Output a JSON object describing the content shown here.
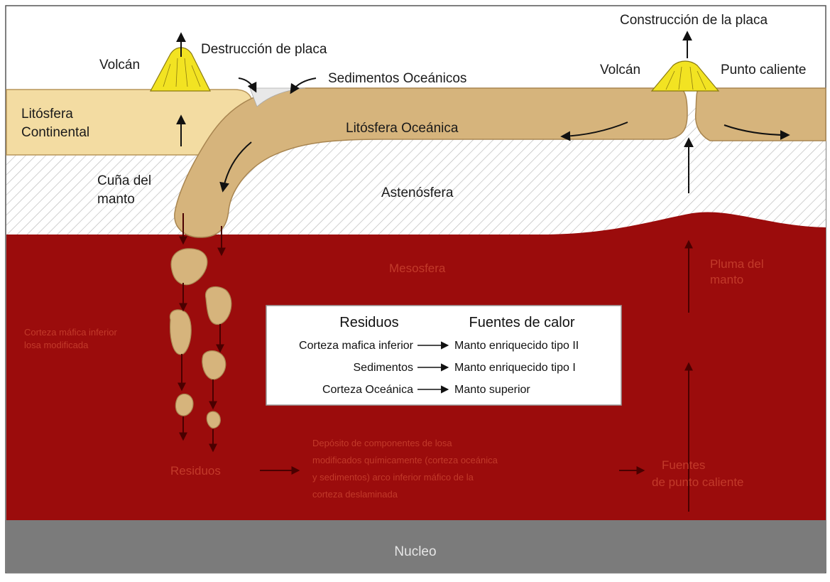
{
  "labels": {
    "volcano_left": "Volcán",
    "plate_destruction": "Destrucción de placa",
    "oceanic_sediments": "Sedimentos Oceánicos",
    "plate_construction": "Construcción de la placa",
    "volcano_right": "Volcán",
    "hot_spot": "Punto caliente",
    "continental_lith_1": "Litósfera",
    "continental_lith_2": "Continental",
    "oceanic_lith": "Litósfera Oceánica",
    "mantle_wedge_1": "Cuña del",
    "mantle_wedge_2": "manto",
    "asthenosphere": "Astenósfera",
    "mesosphere": "Mesosfera",
    "plume_1": "Pluma del",
    "plume_2": "manto",
    "crust_left_1": "Corteza máfica inferior",
    "crust_left_2": "losa modificada",
    "residues_bottom": "Residuos",
    "deposit_1": "Depósito de componentes de losa",
    "deposit_2": "modificados químicamente (corteza oceánica",
    "deposit_3": "y sedimentos) arco inferior máfico de la",
    "deposit_4": "corteza deslaminada",
    "hotspot_sources_1": "Fuentes",
    "hotspot_sources_2": "de punto caliente",
    "core": "Nucleo"
  },
  "legend": {
    "header_left": "Residuos",
    "header_right": "Fuentes de calor",
    "rows": [
      {
        "from": "Corteza mafica inferior",
        "to": "Manto enriquecido tipo II"
      },
      {
        "from": "Sedimentos",
        "to": "Manto enriquecido tipo I"
      },
      {
        "from": "Corteza Oceánica",
        "to": "Manto superior"
      }
    ]
  },
  "colors": {
    "mesosphere": "#9b0c0c",
    "core": "#7b7b7b",
    "lithosphere_oceanic": "#d6b47c",
    "lithosphere_continental": "#f3dca2",
    "volcano": "#f2e322",
    "hatch": "#b8b8b8"
  }
}
